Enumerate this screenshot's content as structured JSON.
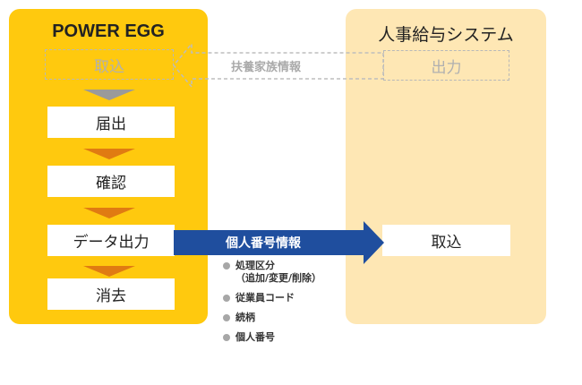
{
  "left_panel": {
    "title": "POWER EGG",
    "import_step": "取込",
    "steps": [
      "届出",
      "確認",
      "データ出力",
      "消去"
    ]
  },
  "right_panel": {
    "title": "人事給与システム",
    "output_step": "出力",
    "import_step": "取込"
  },
  "arrows": {
    "family_info": "扶養家族情報",
    "personal_number_info": "個人番号情報"
  },
  "data_items": [
    {
      "line1": "処理区分",
      "line2": "（追加/変更/削除）"
    },
    {
      "line1": "従業員コード"
    },
    {
      "line1": "続柄"
    },
    {
      "line1": "個人番号"
    }
  ],
  "colors": {
    "power_egg_panel": "#FFC90E",
    "hr_panel": "#FEE7B4",
    "step_arrow": "#E07B12",
    "data_arrow": "#1F4E9E",
    "inactive": "#b0b0b0"
  }
}
